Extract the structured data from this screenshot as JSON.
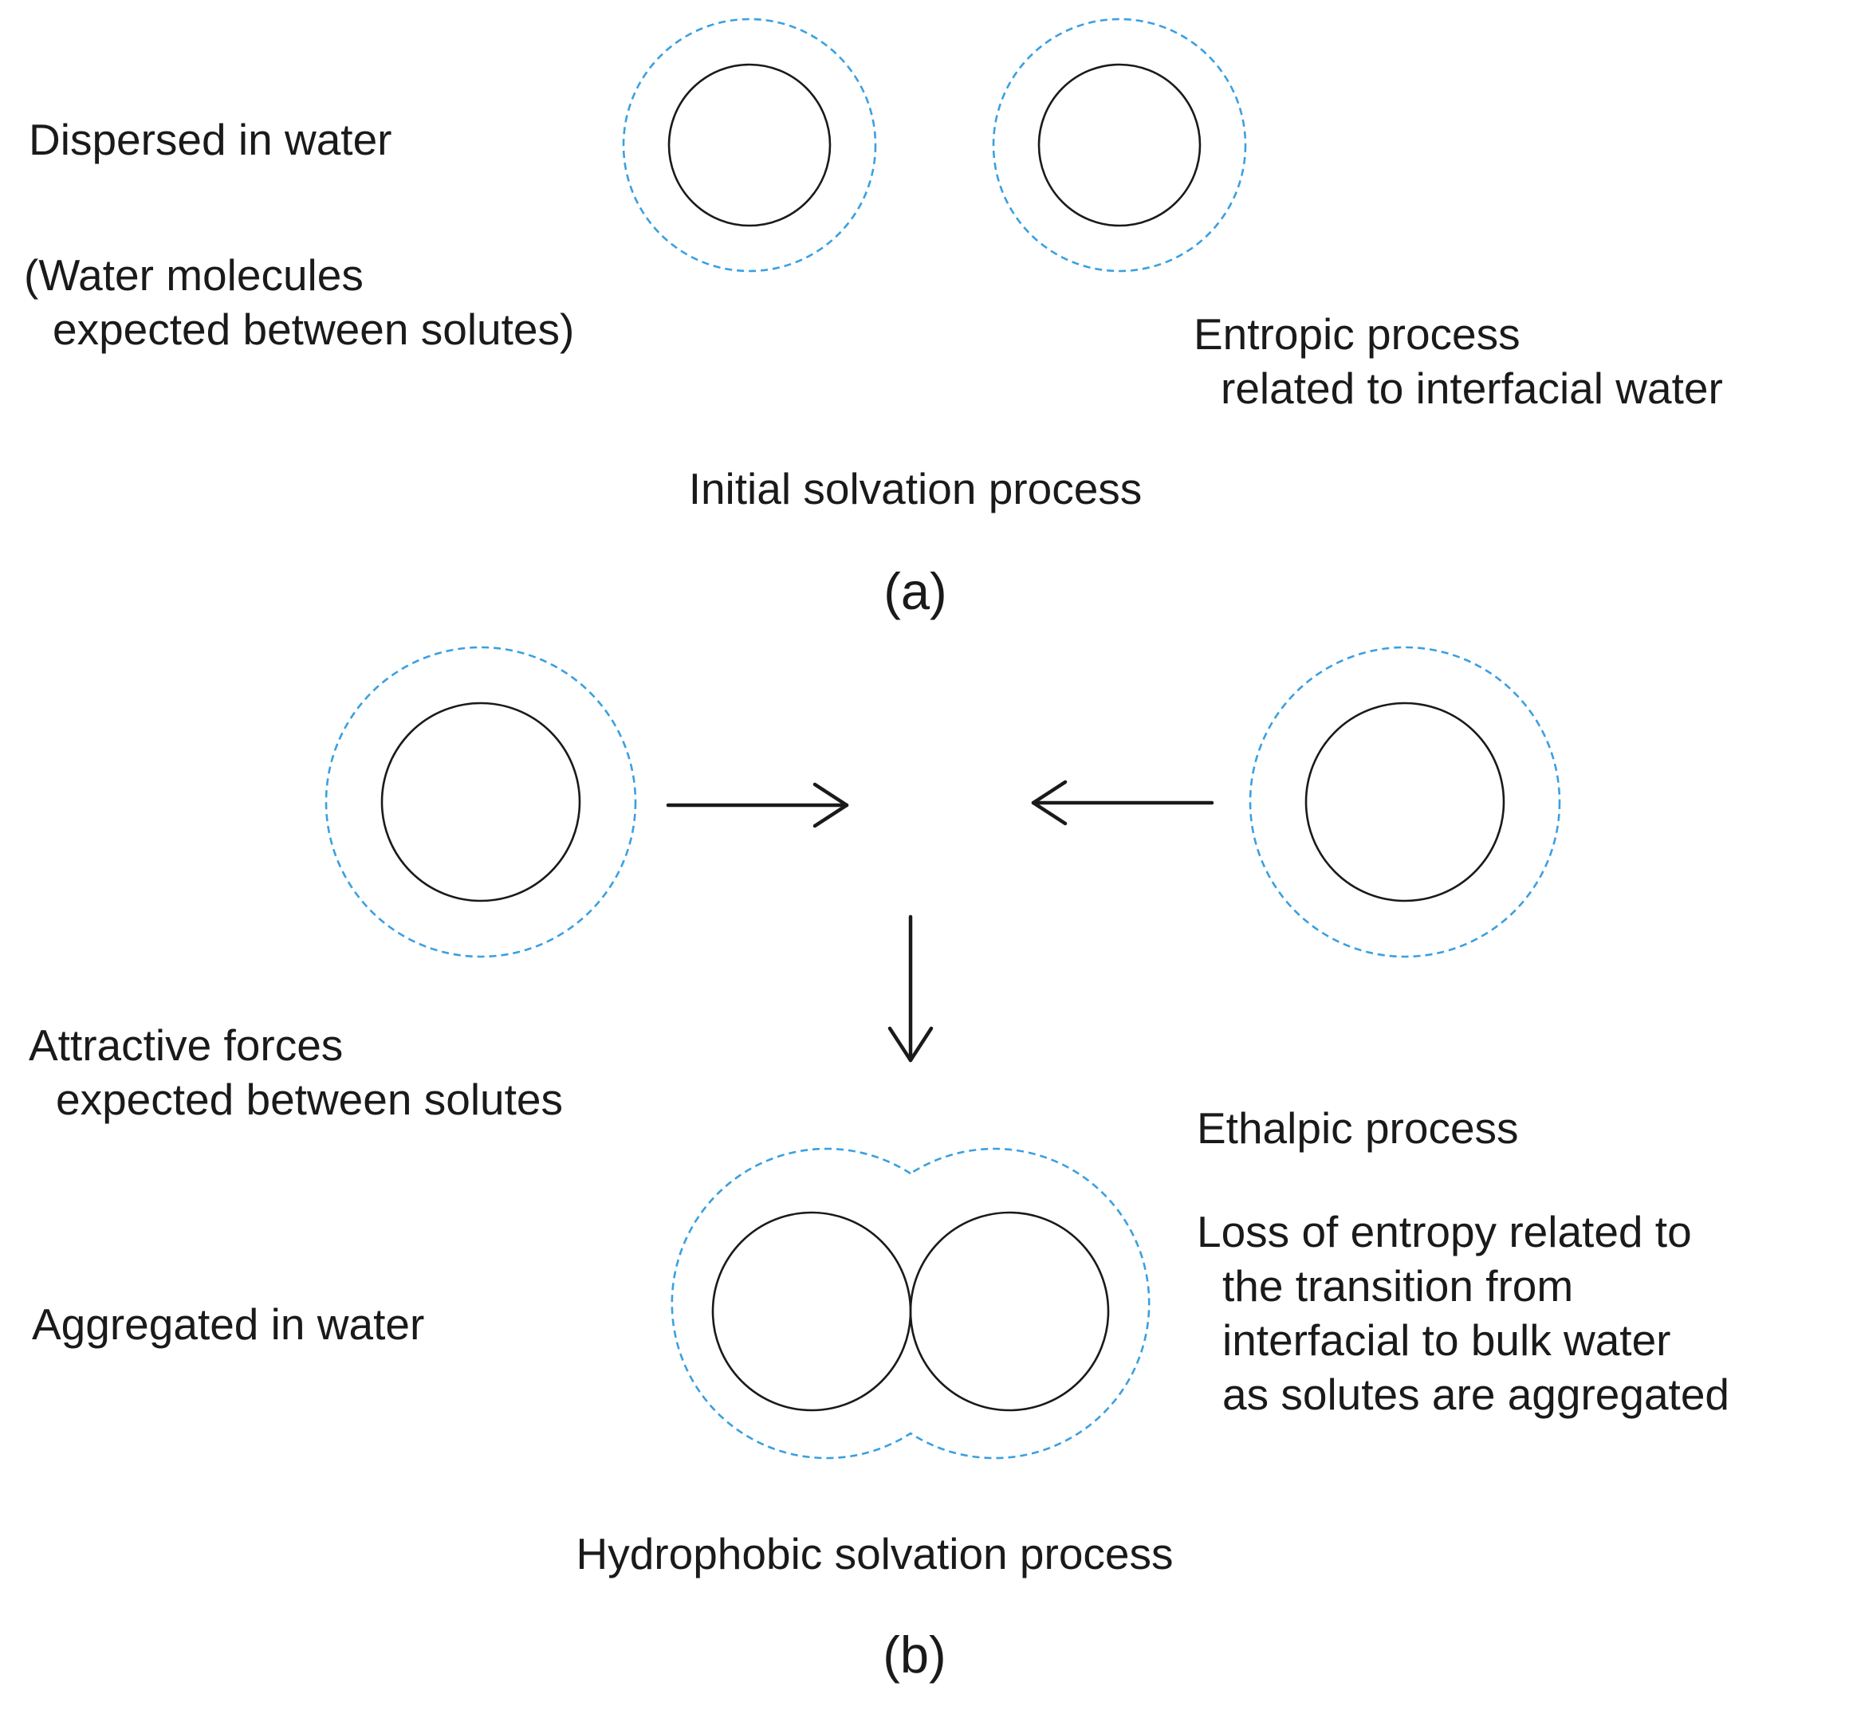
{
  "panel_a": {
    "label_dispersed": "Dispersed in water",
    "label_water_molecules_line1": "(Water molecules",
    "label_water_molecules_line2": "expected between solutes)",
    "label_entropic_line1": "Entropic process",
    "label_entropic_line2": "related to interfacial water",
    "caption": "Initial solvation process",
    "panel_tag": "(a)"
  },
  "panel_b": {
    "label_attractive_line1": "Attractive forces",
    "label_attractive_line2": "expected between solutes",
    "label_ethalpic": "Ethalpic process",
    "label_loss_line1": "Loss of entropy related to",
    "label_loss_line2": "the transition from",
    "label_loss_line3": "interfacial to bulk water",
    "label_loss_line4": "as solutes are aggregated",
    "label_aggregated": "Aggregated in water",
    "caption": "Hydrophobic solvation process",
    "panel_tag": "(b)"
  },
  "colors": {
    "solute_outline": "#1a1a1a",
    "hydration_shell": "#3aa0e0",
    "text": "#1a1a1a"
  }
}
